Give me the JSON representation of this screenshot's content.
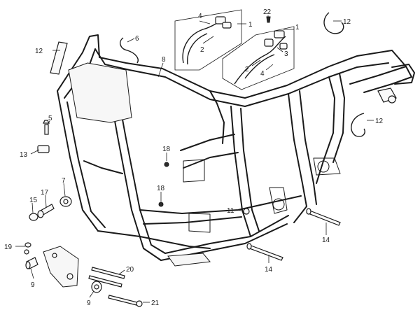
{
  "callouts": {
    "c1a": "1",
    "c1b": "1",
    "c2a": "2",
    "c2b": "2",
    "c3": "3",
    "c4a": "4",
    "c4b": "4",
    "c5": "5",
    "c6": "6",
    "c7": "7",
    "c8": "8",
    "c9a": "9",
    "c9b": "9",
    "c11": "11",
    "c12a": "12",
    "c12b": "12",
    "c12c": "12",
    "c13": "13",
    "c14a": "14",
    "c14b": "14",
    "c15": "15",
    "c17": "17",
    "c18a": "18",
    "c18b": "18",
    "c19": "19",
    "c20": "20",
    "c21": "21",
    "c22": "22"
  }
}
